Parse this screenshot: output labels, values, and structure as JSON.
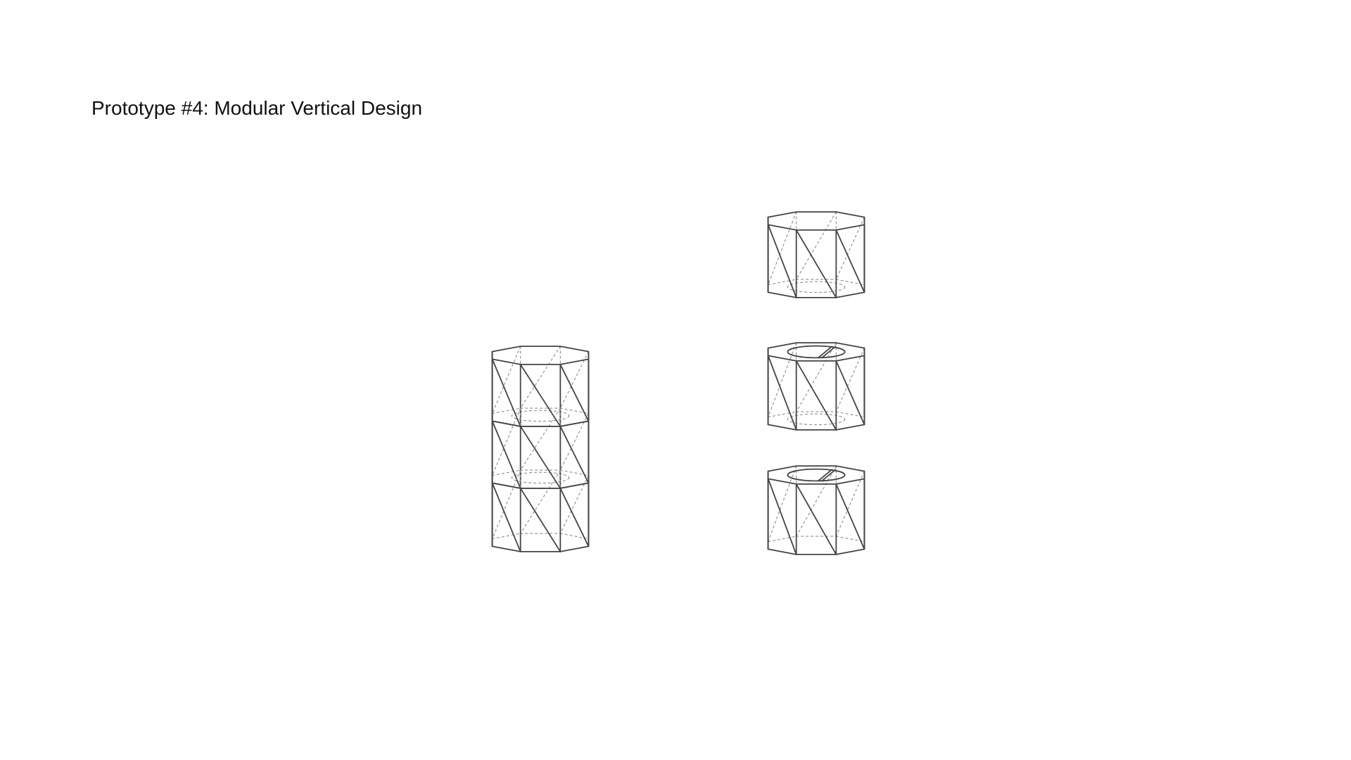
{
  "slide": {
    "title": "Prototype #4: Modular Vertical Design"
  },
  "diagram": {
    "stacked_assembly": {
      "module_count": 3
    },
    "exploded_assembly": {
      "module_count": 3
    }
  }
}
